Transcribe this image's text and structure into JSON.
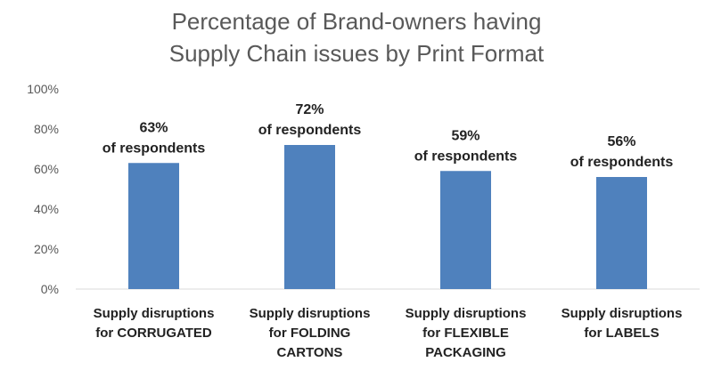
{
  "chart_data": {
    "type": "bar",
    "title_lines": [
      "Percentage of Brand-owners having",
      "Supply Chain issues by Print Format"
    ],
    "categories": [
      [
        "Supply disruptions",
        "for CORRUGATED"
      ],
      [
        "Supply disruptions",
        "for FOLDING",
        "CARTONS"
      ],
      [
        "Supply disruptions",
        "for FLEXIBLE",
        "PACKAGING"
      ],
      [
        "Supply disruptions",
        "for LABELS"
      ]
    ],
    "values": [
      63,
      72,
      59,
      56
    ],
    "data_labels": [
      [
        "63%",
        "of respondents"
      ],
      [
        "72%",
        "of respondents"
      ],
      [
        "59%",
        "of respondents"
      ],
      [
        "56%",
        "of respondents"
      ]
    ],
    "y_ticks": [
      "0%",
      "20%",
      "40%",
      "60%",
      "80%",
      "100%"
    ],
    "ylim": [
      0,
      100
    ],
    "grid": false,
    "bar_color": "#4f81bd",
    "axis_color": "#d9d9d9"
  }
}
